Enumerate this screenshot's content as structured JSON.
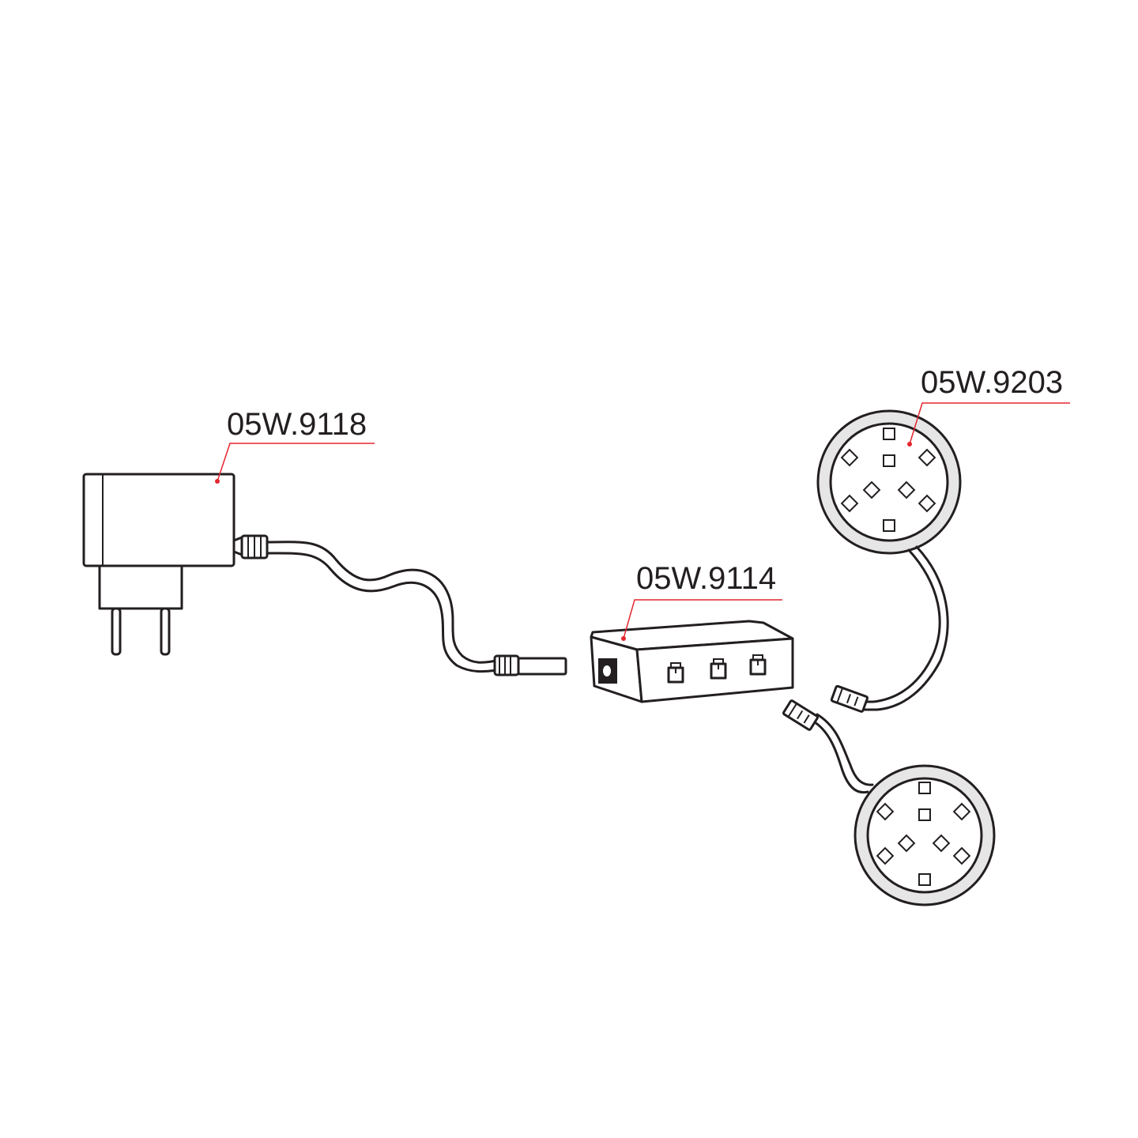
{
  "labels": {
    "adapter": "05W.9118",
    "hub": "05W.9114",
    "led_light": "05W.9203"
  },
  "colors": {
    "line": "#231f20",
    "callout": "#e4262e",
    "ring": "#e6e6e6",
    "background": "#ffffff"
  }
}
